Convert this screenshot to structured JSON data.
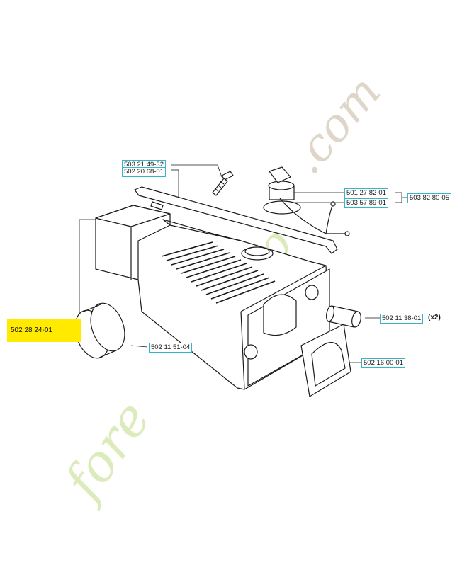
{
  "parts": [
    {
      "id": "p1",
      "label": "503 21 49-32"
    },
    {
      "id": "p2",
      "label": "502 20 68-01"
    },
    {
      "id": "p3",
      "label": "501 27 82-01"
    },
    {
      "id": "p4",
      "label": "503 57 89-01"
    },
    {
      "id": "p5",
      "label": "503 82 80-05"
    },
    {
      "id": "p6",
      "label": "502 11 38-01"
    },
    {
      "id": "p7",
      "label": "502 28 24-01"
    },
    {
      "id": "p8",
      "label": "502 11 51-04"
    },
    {
      "id": "p9",
      "label": "502 16 00-01"
    }
  ],
  "quantity_note": "(x2)",
  "highlighted_part": "502 28 24-01",
  "watermark": {
    "text": "foret-pro.com",
    "colors": {
      "green": "#cfe3a6",
      "orange": "#f2c79a",
      "tan": "#cfc5b2"
    }
  },
  "colors": {
    "label_border": "#35b6c8",
    "highlight": "#ffea00",
    "line": "#1a1a1a"
  }
}
